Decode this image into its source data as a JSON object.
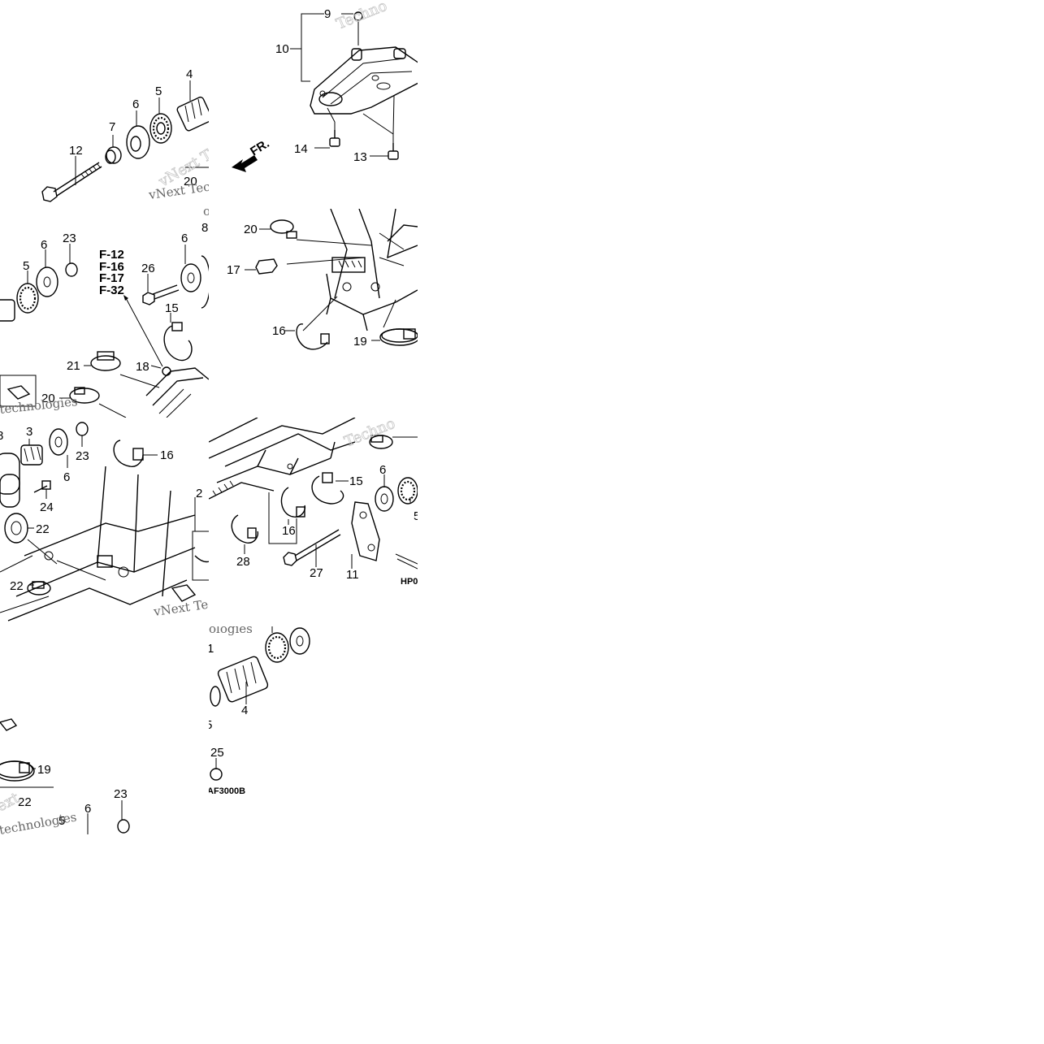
{
  "diagram": {
    "frame_codes": [
      "F-12",
      "F-16",
      "F-17",
      "F-32"
    ],
    "front_marker": "FR.",
    "diagram_codes": [
      "HP0",
      "AF3000B"
    ],
    "watermarks": [
      "vNext Technologies",
      "Techno",
      "ologies",
      "technologies",
      "ext"
    ],
    "tiles": [
      {
        "name": "tile-top-left",
        "labels": [
          "4",
          "5",
          "6",
          "7",
          "12",
          "20"
        ]
      },
      {
        "name": "tile-top-middle",
        "labels": [
          "9",
          "10",
          "13",
          "14"
        ]
      },
      {
        "name": "tile-second-left",
        "labels": [
          "6",
          "5",
          "23",
          "26",
          "8",
          "6",
          "15",
          "21",
          "18",
          "20"
        ]
      },
      {
        "name": "tile-second-middle",
        "labels": [
          "20",
          "17",
          "16",
          "19"
        ]
      },
      {
        "name": "tile-third-left",
        "labels": [
          "8",
          "3",
          "6",
          "23",
          "16",
          "24",
          "22",
          "22",
          "2"
        ]
      },
      {
        "name": "tile-third-middle",
        "labels": [
          "15",
          "6",
          "16",
          "28",
          "27",
          "11",
          "5"
        ]
      },
      {
        "name": "tile-bottom-left",
        "labels": [
          "19",
          "22",
          "23",
          "6",
          "5"
        ]
      },
      {
        "name": "tile-bottom-middle",
        "labels": [
          "1",
          "4",
          "5",
          "25"
        ]
      }
    ]
  }
}
